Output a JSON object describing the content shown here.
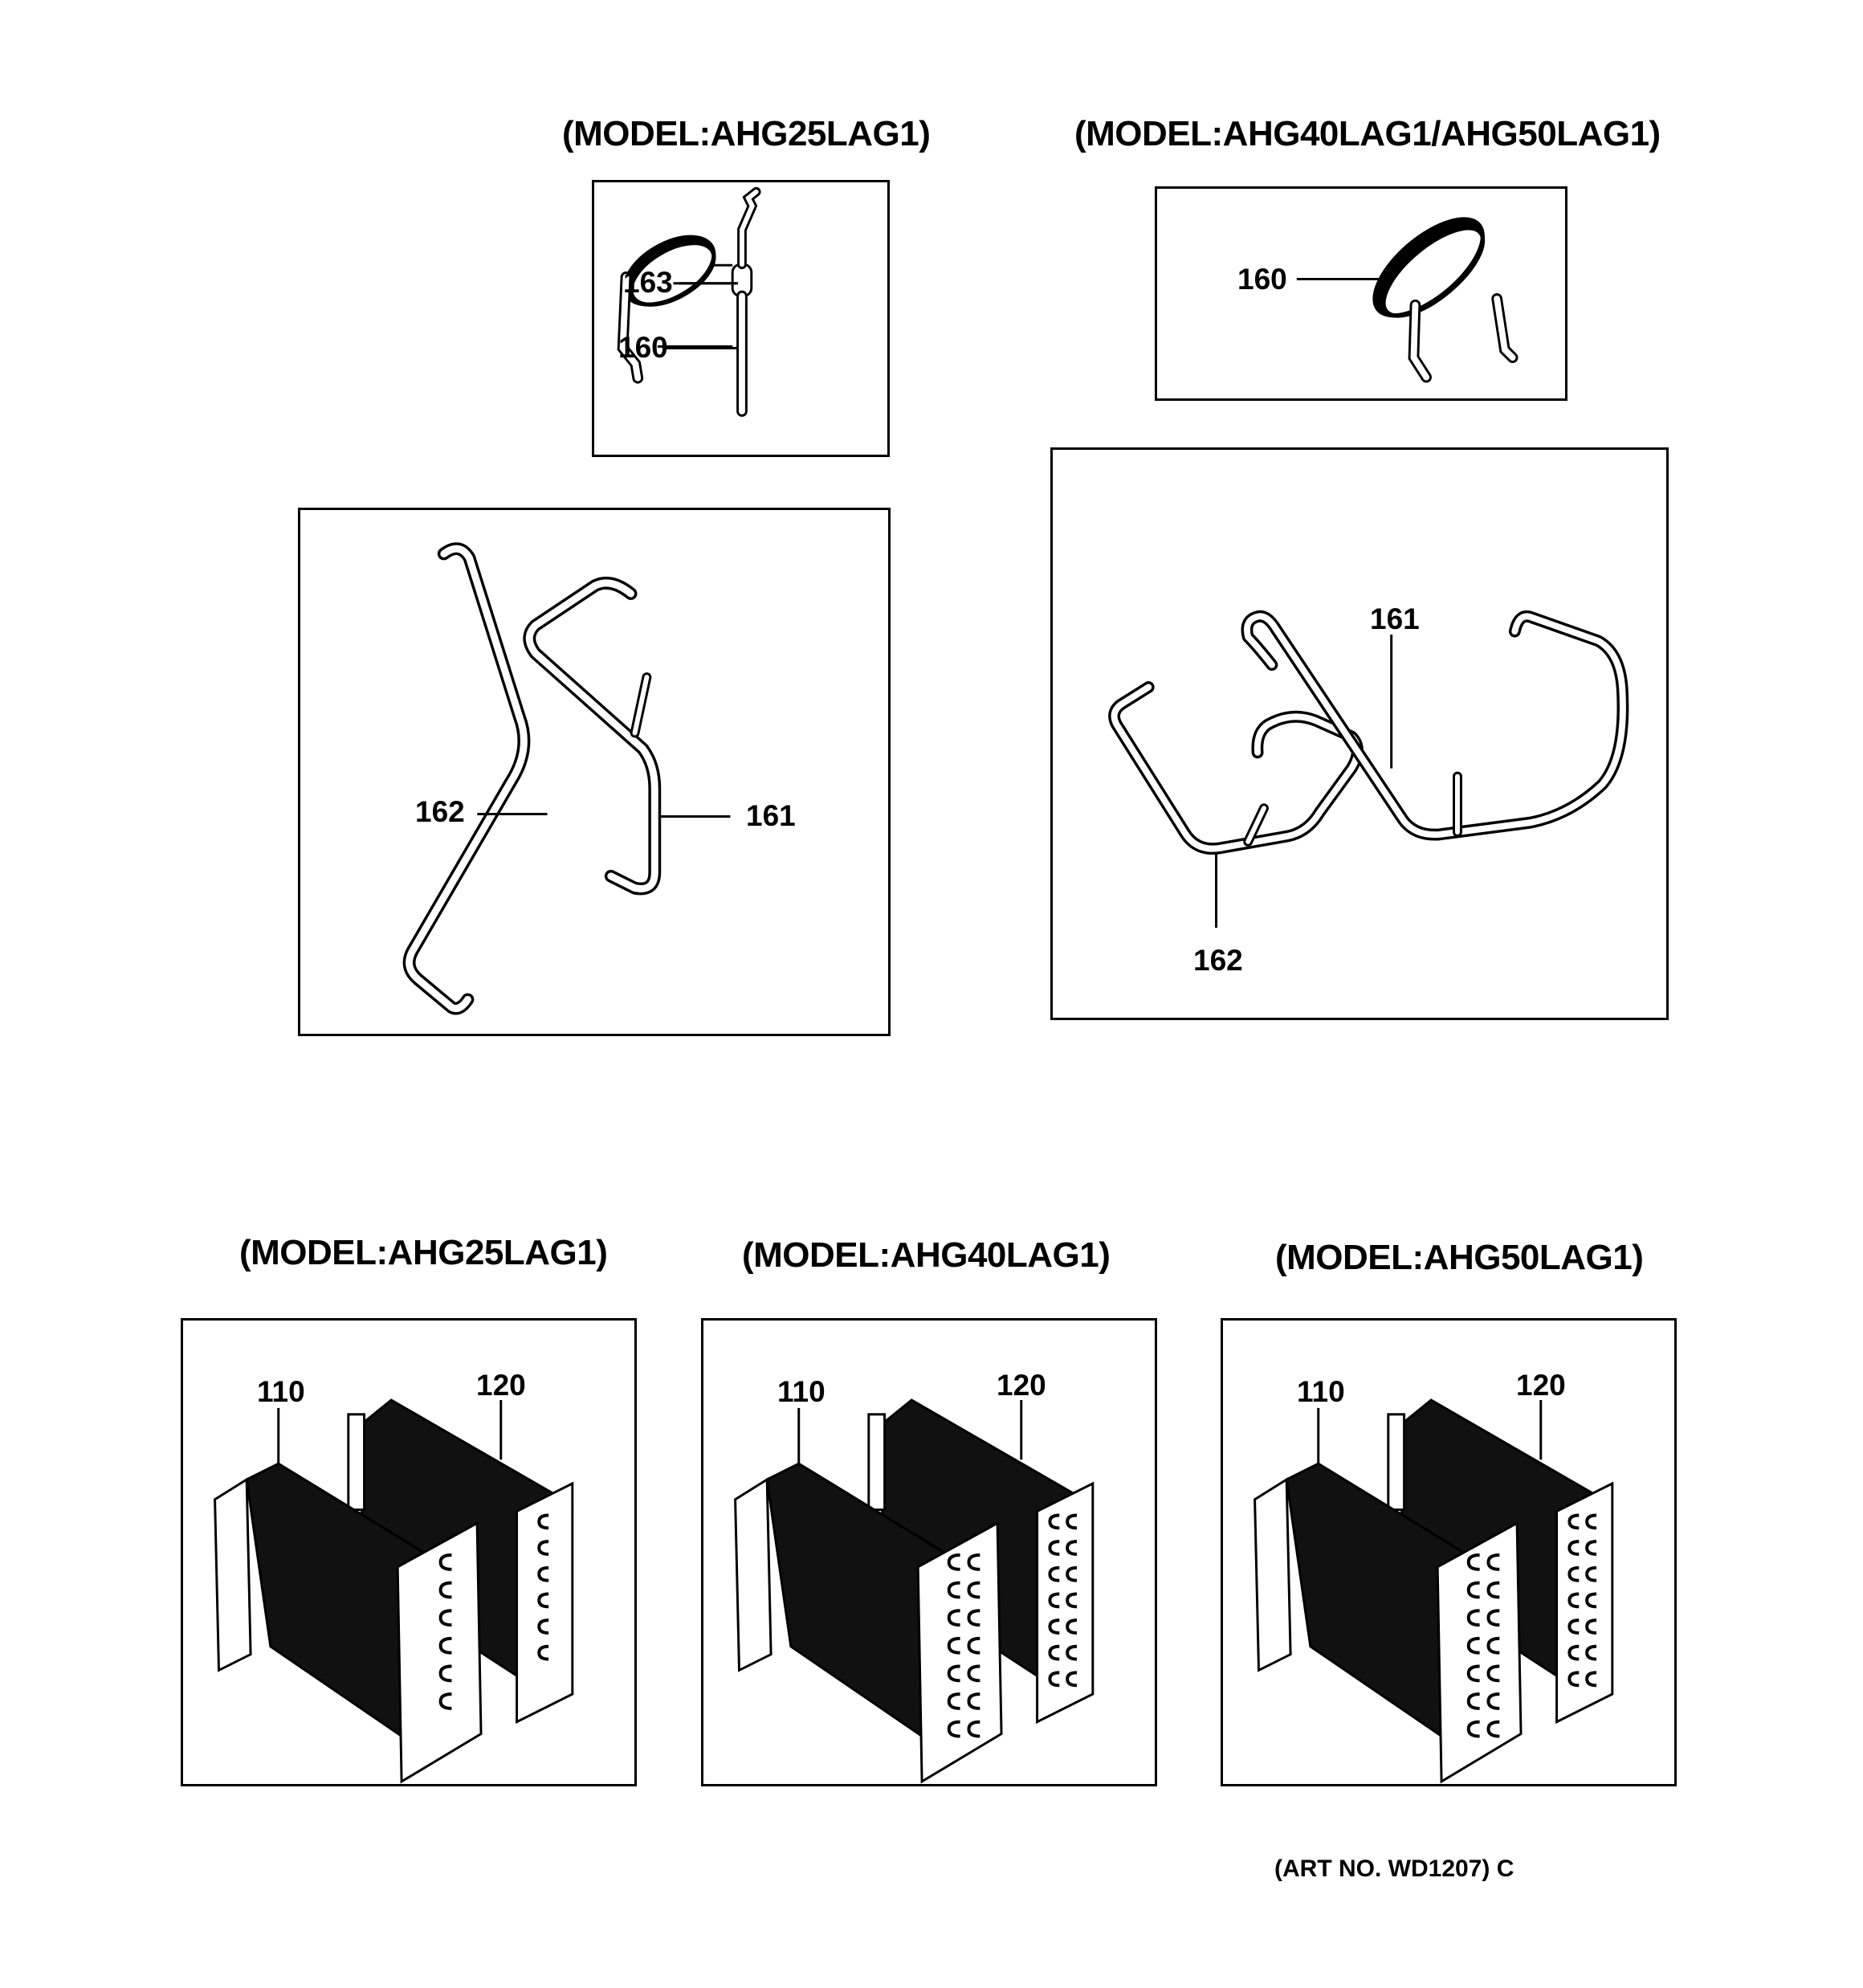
{
  "titles": {
    "top_left": "(MODEL:AHG25LAG1)",
    "top_right": "(MODEL:AHG40LAG1/AHG50LAG1)",
    "bottom_1": "(MODEL:AHG25LAG1)",
    "bottom_2": "(MODEL:AHG40LAG1)",
    "bottom_3": "(MODEL:AHG50LAG1)"
  },
  "callouts": {
    "p160": "160",
    "p161": "161",
    "p162": "162",
    "p163": "163",
    "p110": "110",
    "p120": "120"
  },
  "art_no": "(ART NO. WD1207) C"
}
